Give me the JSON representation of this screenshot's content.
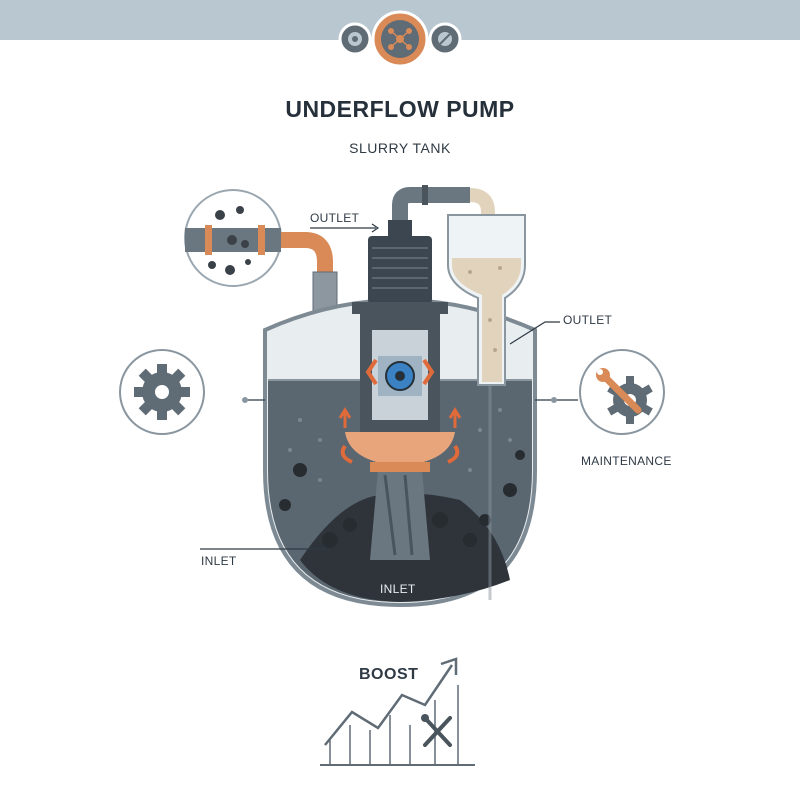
{
  "header": {
    "icons": [
      "gear-settings-icon",
      "gear-network-icon",
      "gear-link-icon"
    ],
    "accent_color": "#d98a56",
    "bar_color": "#b9c7d0"
  },
  "title": "UNDERFLOW PUMP",
  "subtitle": "SLURRY TANK",
  "labels": {
    "outlet_top": "OUTLET",
    "outlet_right": "OUTLET",
    "inlet_left": "INLET",
    "inlet_bottom": "INLET",
    "maintenance": "MAINTENANCE",
    "boost": "BOOST"
  },
  "side_icons": {
    "left": "impeller-gear-icon",
    "right": "wrench-gear-icon",
    "top_left": "pipe-solids-icon",
    "bottom": "growth-chart-tools-icon"
  },
  "colors": {
    "slurry": "#5a6670",
    "tank_outline": "#7d8a93",
    "pipe_copper": "#d98a56",
    "motor": "#3c4650",
    "sediment": "#2e343a",
    "clean_fluid": "#e2d3bd",
    "flow_arrow": "#e06a3a",
    "impeller_blue": "#3b82c4"
  }
}
